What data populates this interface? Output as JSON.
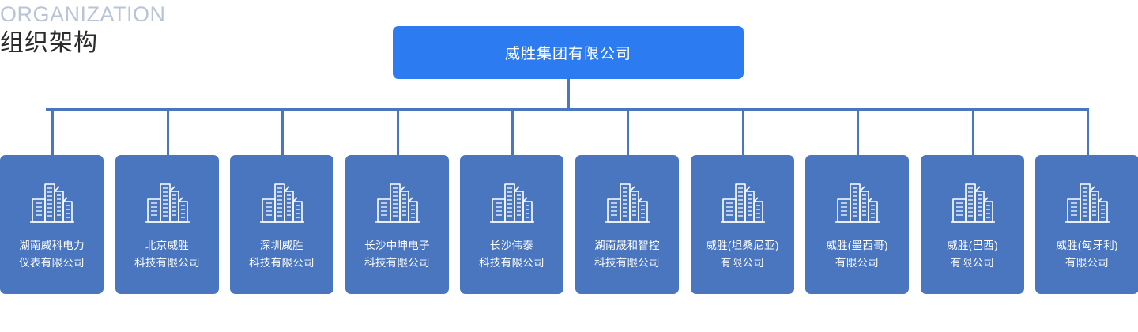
{
  "heading": {
    "english": "ORGANIZATION",
    "chinese": "组织架构",
    "english_color": "#b9c4d6",
    "chinese_color": "#2b2b2b"
  },
  "colors": {
    "root_node": "#2d7bf0",
    "card": "#4a76c0",
    "connector": "#4a76c0",
    "text_on_node": "#ffffff",
    "background": "#ffffff"
  },
  "org_chart": {
    "root": {
      "label": "威胜集团有限公司",
      "icon": "none"
    },
    "children": [
      {
        "label": "湖南威科电力\n仪表有限公司",
        "icon": "building-icon"
      },
      {
        "label": "北京威胜\n科技有限公司",
        "icon": "building-icon"
      },
      {
        "label": "深圳威胜\n科技有限公司",
        "icon": "building-icon"
      },
      {
        "label": "长沙中坤电子\n科技有限公司",
        "icon": "building-icon"
      },
      {
        "label": "长沙伟泰\n科技有限公司",
        "icon": "building-icon"
      },
      {
        "label": "湖南晟和智控\n科技有限公司",
        "icon": "building-icon"
      },
      {
        "label": "威胜(坦桑尼亚)\n有限公司",
        "icon": "building-icon"
      },
      {
        "label": "威胜(墨西哥)\n有限公司",
        "icon": "building-icon"
      },
      {
        "label": "威胜(巴西)\n有限公司",
        "icon": "building-icon"
      },
      {
        "label": "威胜(匈牙利)\n有限公司",
        "icon": "building-icon"
      }
    ]
  }
}
